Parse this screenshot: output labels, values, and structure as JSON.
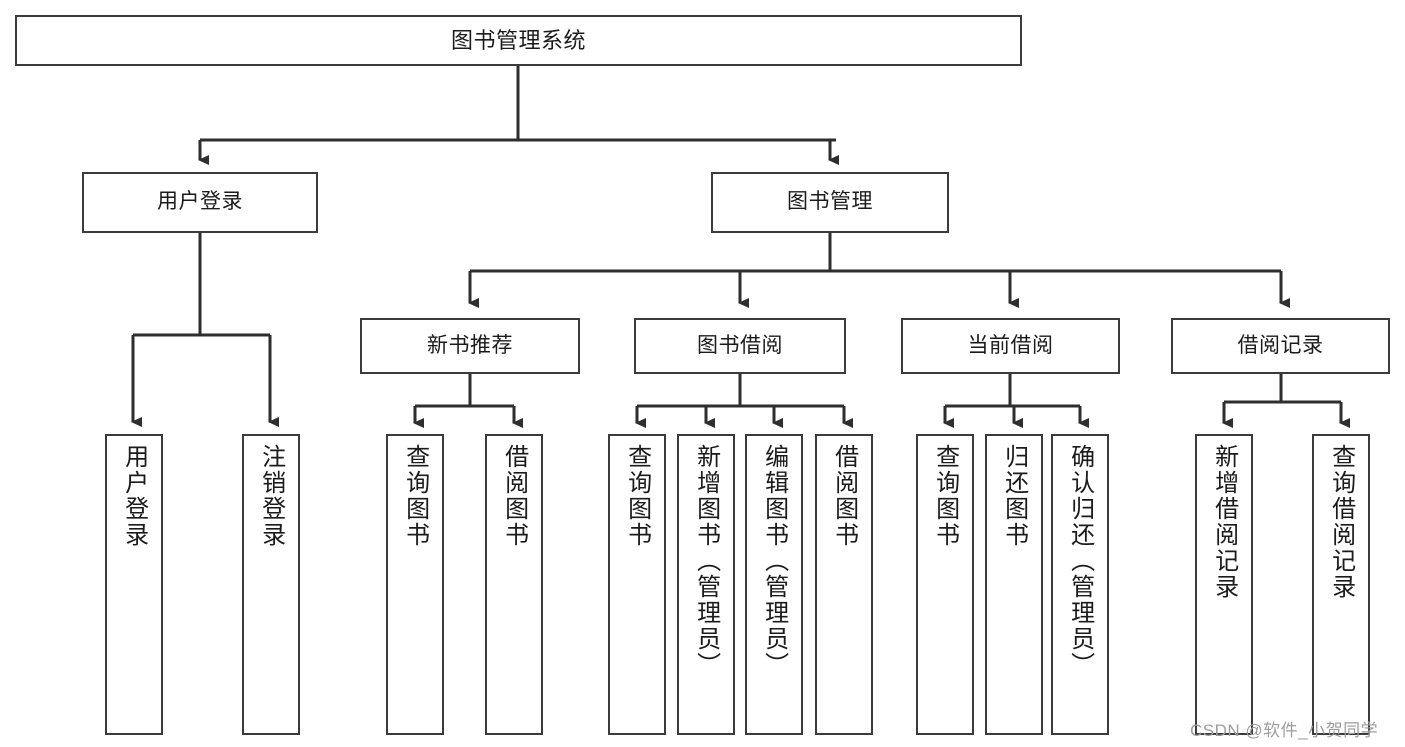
{
  "diagram": {
    "title": "图书管理系统",
    "type": "tree-hierarchy-diagram",
    "root": {
      "label": "图书管理系统"
    },
    "level1": [
      {
        "label": "用户登录"
      },
      {
        "label": "图书管理"
      }
    ],
    "level2": [
      {
        "label": "新书推荐"
      },
      {
        "label": "图书借阅"
      },
      {
        "label": "当前借阅"
      },
      {
        "label": "借阅记录"
      }
    ],
    "leaves": {
      "user_login": [
        {
          "label": "用户登录"
        },
        {
          "label": "注销登录"
        }
      ],
      "new_book_recommend": [
        {
          "label": "查询图书"
        },
        {
          "label": "借阅图书"
        }
      ],
      "book_borrow": [
        {
          "label": "查询图书"
        },
        {
          "label": "新增图书（管理员）"
        },
        {
          "label": "编辑图书（管理员）"
        },
        {
          "label": "借阅图书"
        }
      ],
      "current_borrow": [
        {
          "label": "查询图书"
        },
        {
          "label": "归还图书"
        },
        {
          "label": "确认归还（管理员）"
        }
      ],
      "borrow_record": [
        {
          "label": "新增借阅记录"
        },
        {
          "label": "查询借阅记录"
        }
      ]
    },
    "watermark": "CSDN @软件_小贺同学",
    "colors": {
      "stroke": "#3b3b3b",
      "background": "#ffffff",
      "text": "#1b1b1b",
      "watermark": "#9d9d9d"
    }
  }
}
